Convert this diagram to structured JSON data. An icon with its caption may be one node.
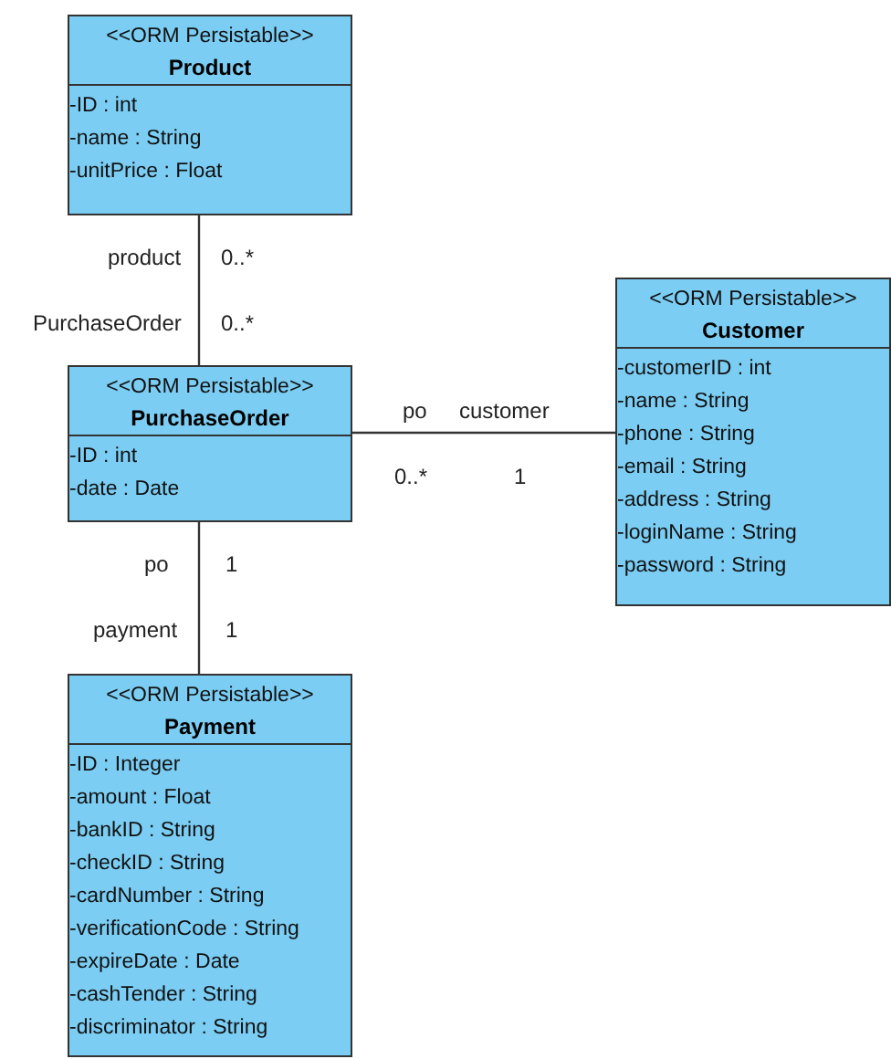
{
  "diagram": {
    "nodes": [
      {
        "text": [
          "<<ORM Persistable>>",
          "Product",
          "-ID : int",
          "-name : String",
          "-unitPrice : Float"
        ]
      },
      {
        "text": [
          "<<ORM Persistable>>",
          "PurchaseOrder",
          "-ID : int",
          "-date : Date"
        ]
      },
      {
        "text": [
          "<<ORM Persistable>>",
          "Customer",
          "-customerID : int",
          "-name : String",
          "-phone : String",
          "-email : String",
          "-address : String",
          "-loginName : String",
          "-password : String"
        ]
      },
      {
        "text": [
          "<<ORM Persistable>>",
          "Payment",
          "-ID : Integer",
          "-amount : Float",
          "-bankID : String",
          "-checkID : String",
          "-cardNumber : String",
          "-verificationCode : String",
          "-expireDate : Date",
          "-cashTender : String",
          "-discriminator : String"
        ]
      }
    ],
    "edges": [
      {
        "from": 0,
        "to": 1,
        "arrow": "none"
      },
      {
        "from": 1,
        "to": 2,
        "arrow": "none"
      },
      {
        "from": 1,
        "to": 3,
        "arrow": "none"
      }
    ],
    "labels": [
      "product",
      "0..*",
      "PurchaseOrder",
      "0..*",
      "po",
      "customer",
      "0..*",
      "1",
      "po",
      "1",
      "payment",
      "1"
    ]
  }
}
